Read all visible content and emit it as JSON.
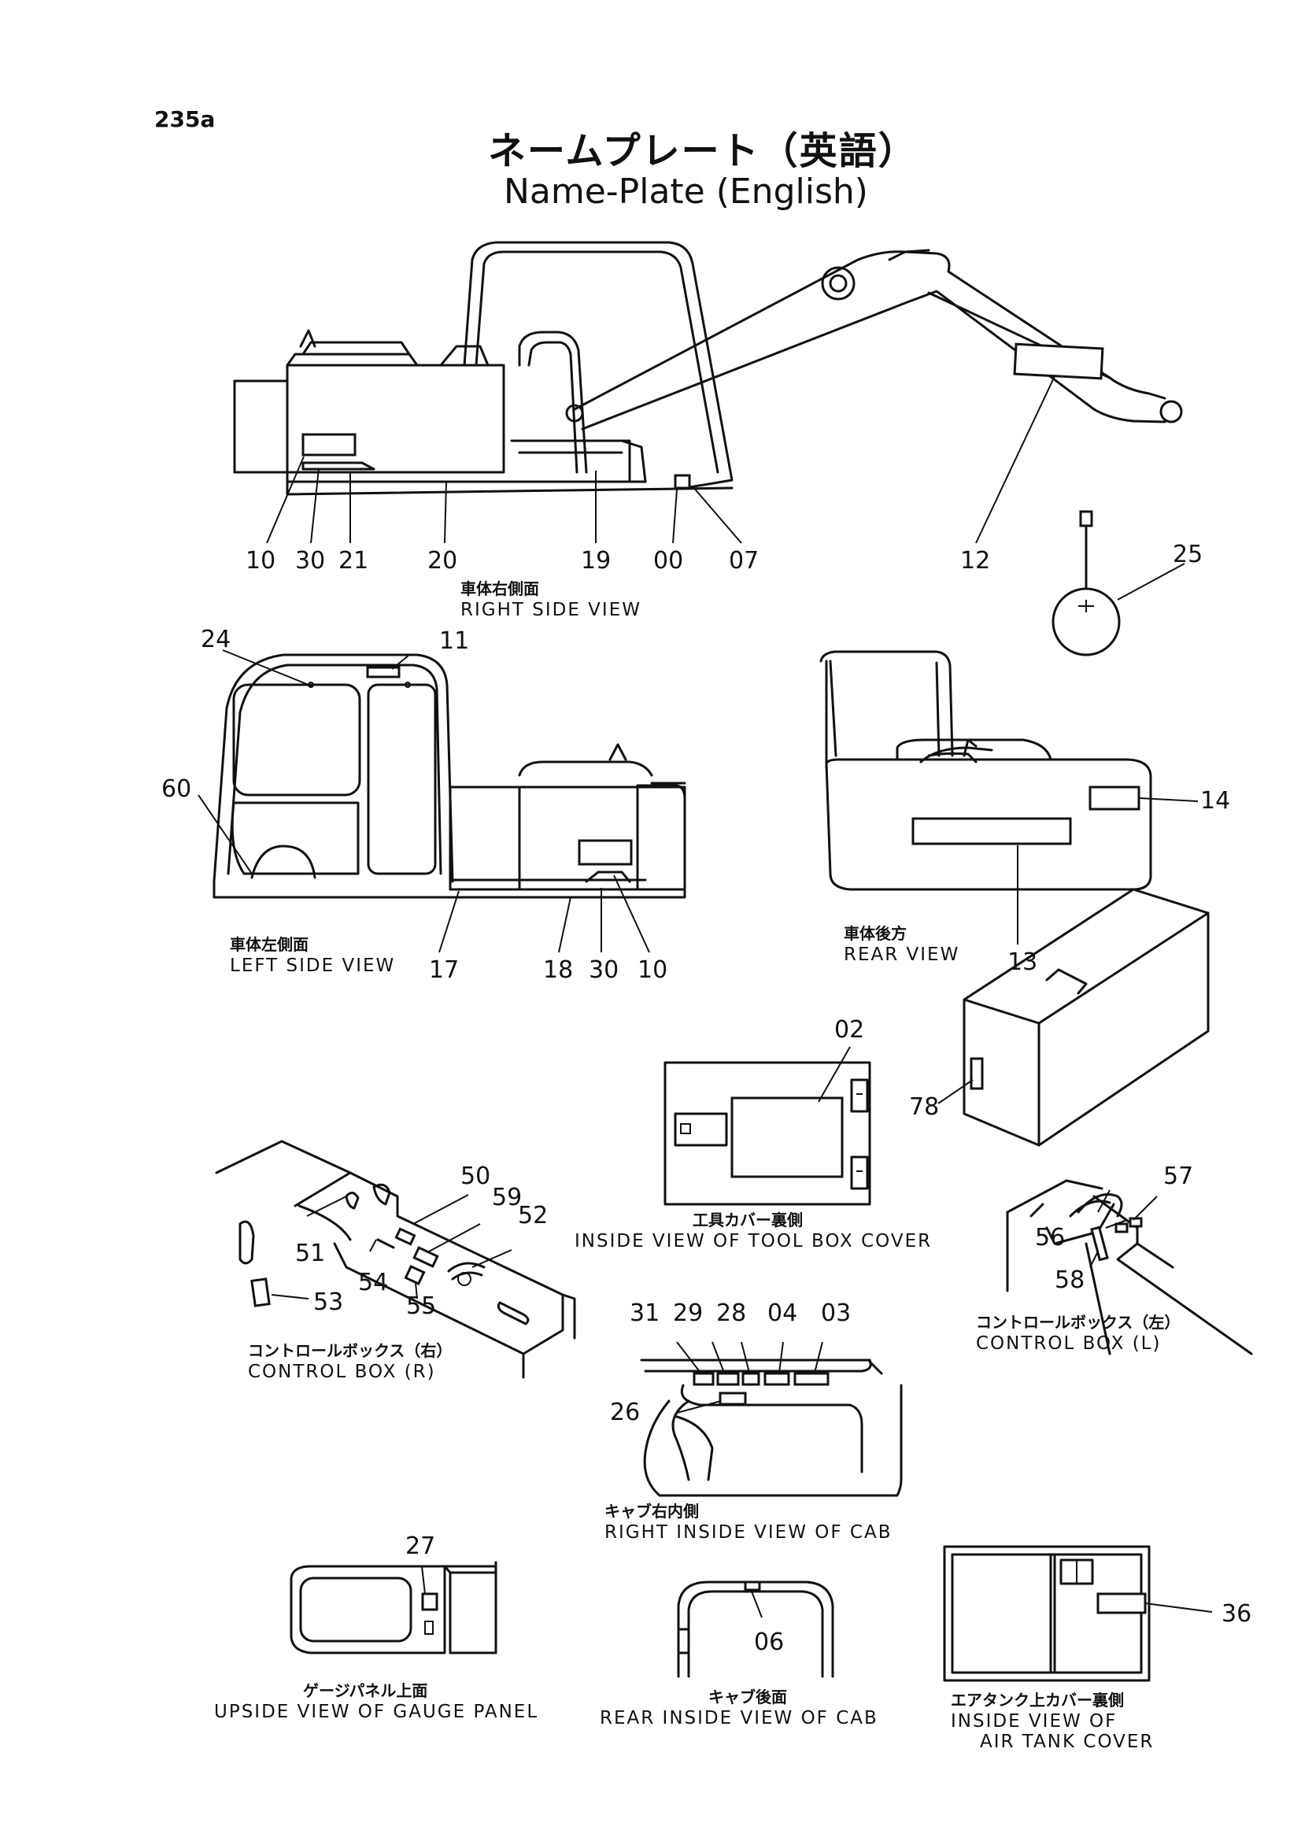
{
  "page_number": "235a",
  "title_jp": "ネームプレート（英語）",
  "title_en": "Name-Plate (English)",
  "views": {
    "right_side": {
      "jp": "車体右側面",
      "en": "RIGHT SIDE VIEW"
    },
    "left_side": {
      "jp": "車体左側面",
      "en": "LEFT SIDE VIEW"
    },
    "rear": {
      "jp": "車体後方",
      "en": "REAR VIEW"
    },
    "tool_box_cover": {
      "jp": "工具カバー裏側",
      "en": "INSIDE VIEW OF TOOL BOX COVER"
    },
    "control_box_r": {
      "jp": "コントロールボックス（右）",
      "en": "CONTROL BOX (R)"
    },
    "control_box_l": {
      "jp": "コントロールボックス（左）",
      "en": "CONTROL BOX (L)"
    },
    "cab_right_inside": {
      "jp": "キャブ右内側",
      "en": "RIGHT INSIDE VIEW OF CAB"
    },
    "gauge_panel": {
      "jp": "ゲージパネル上面",
      "en": "UPSIDE VIEW OF GAUGE PANEL"
    },
    "cab_rear_inside": {
      "jp": "キャブ後面",
      "en": "REAR INSIDE VIEW OF CAB"
    },
    "air_tank_cover": {
      "jp": "エアタンク上カバー裏側",
      "en_line1": "INSIDE VIEW OF",
      "en_line2": "AIR TANK COVER"
    }
  },
  "callouts": {
    "c00": "00",
    "c02": "02",
    "c03": "03",
    "c04": "04",
    "c06": "06",
    "c07": "07",
    "c10a": "10",
    "c10b": "10",
    "c11": "11",
    "c12": "12",
    "c13": "13",
    "c14": "14",
    "c17": "17",
    "c18": "18",
    "c19": "19",
    "c20": "20",
    "c21": "21",
    "c24": "24",
    "c25": "25",
    "c26": "26",
    "c27": "27",
    "c28": "28",
    "c29": "29",
    "c30a": "30",
    "c30b": "30",
    "c31": "31",
    "c36": "36",
    "c50": "50",
    "c51": "51",
    "c52": "52",
    "c53": "53",
    "c54": "54",
    "c55": "55",
    "c56": "56",
    "c57": "57",
    "c58": "58",
    "c59": "59",
    "c60": "60",
    "c78": "78"
  }
}
